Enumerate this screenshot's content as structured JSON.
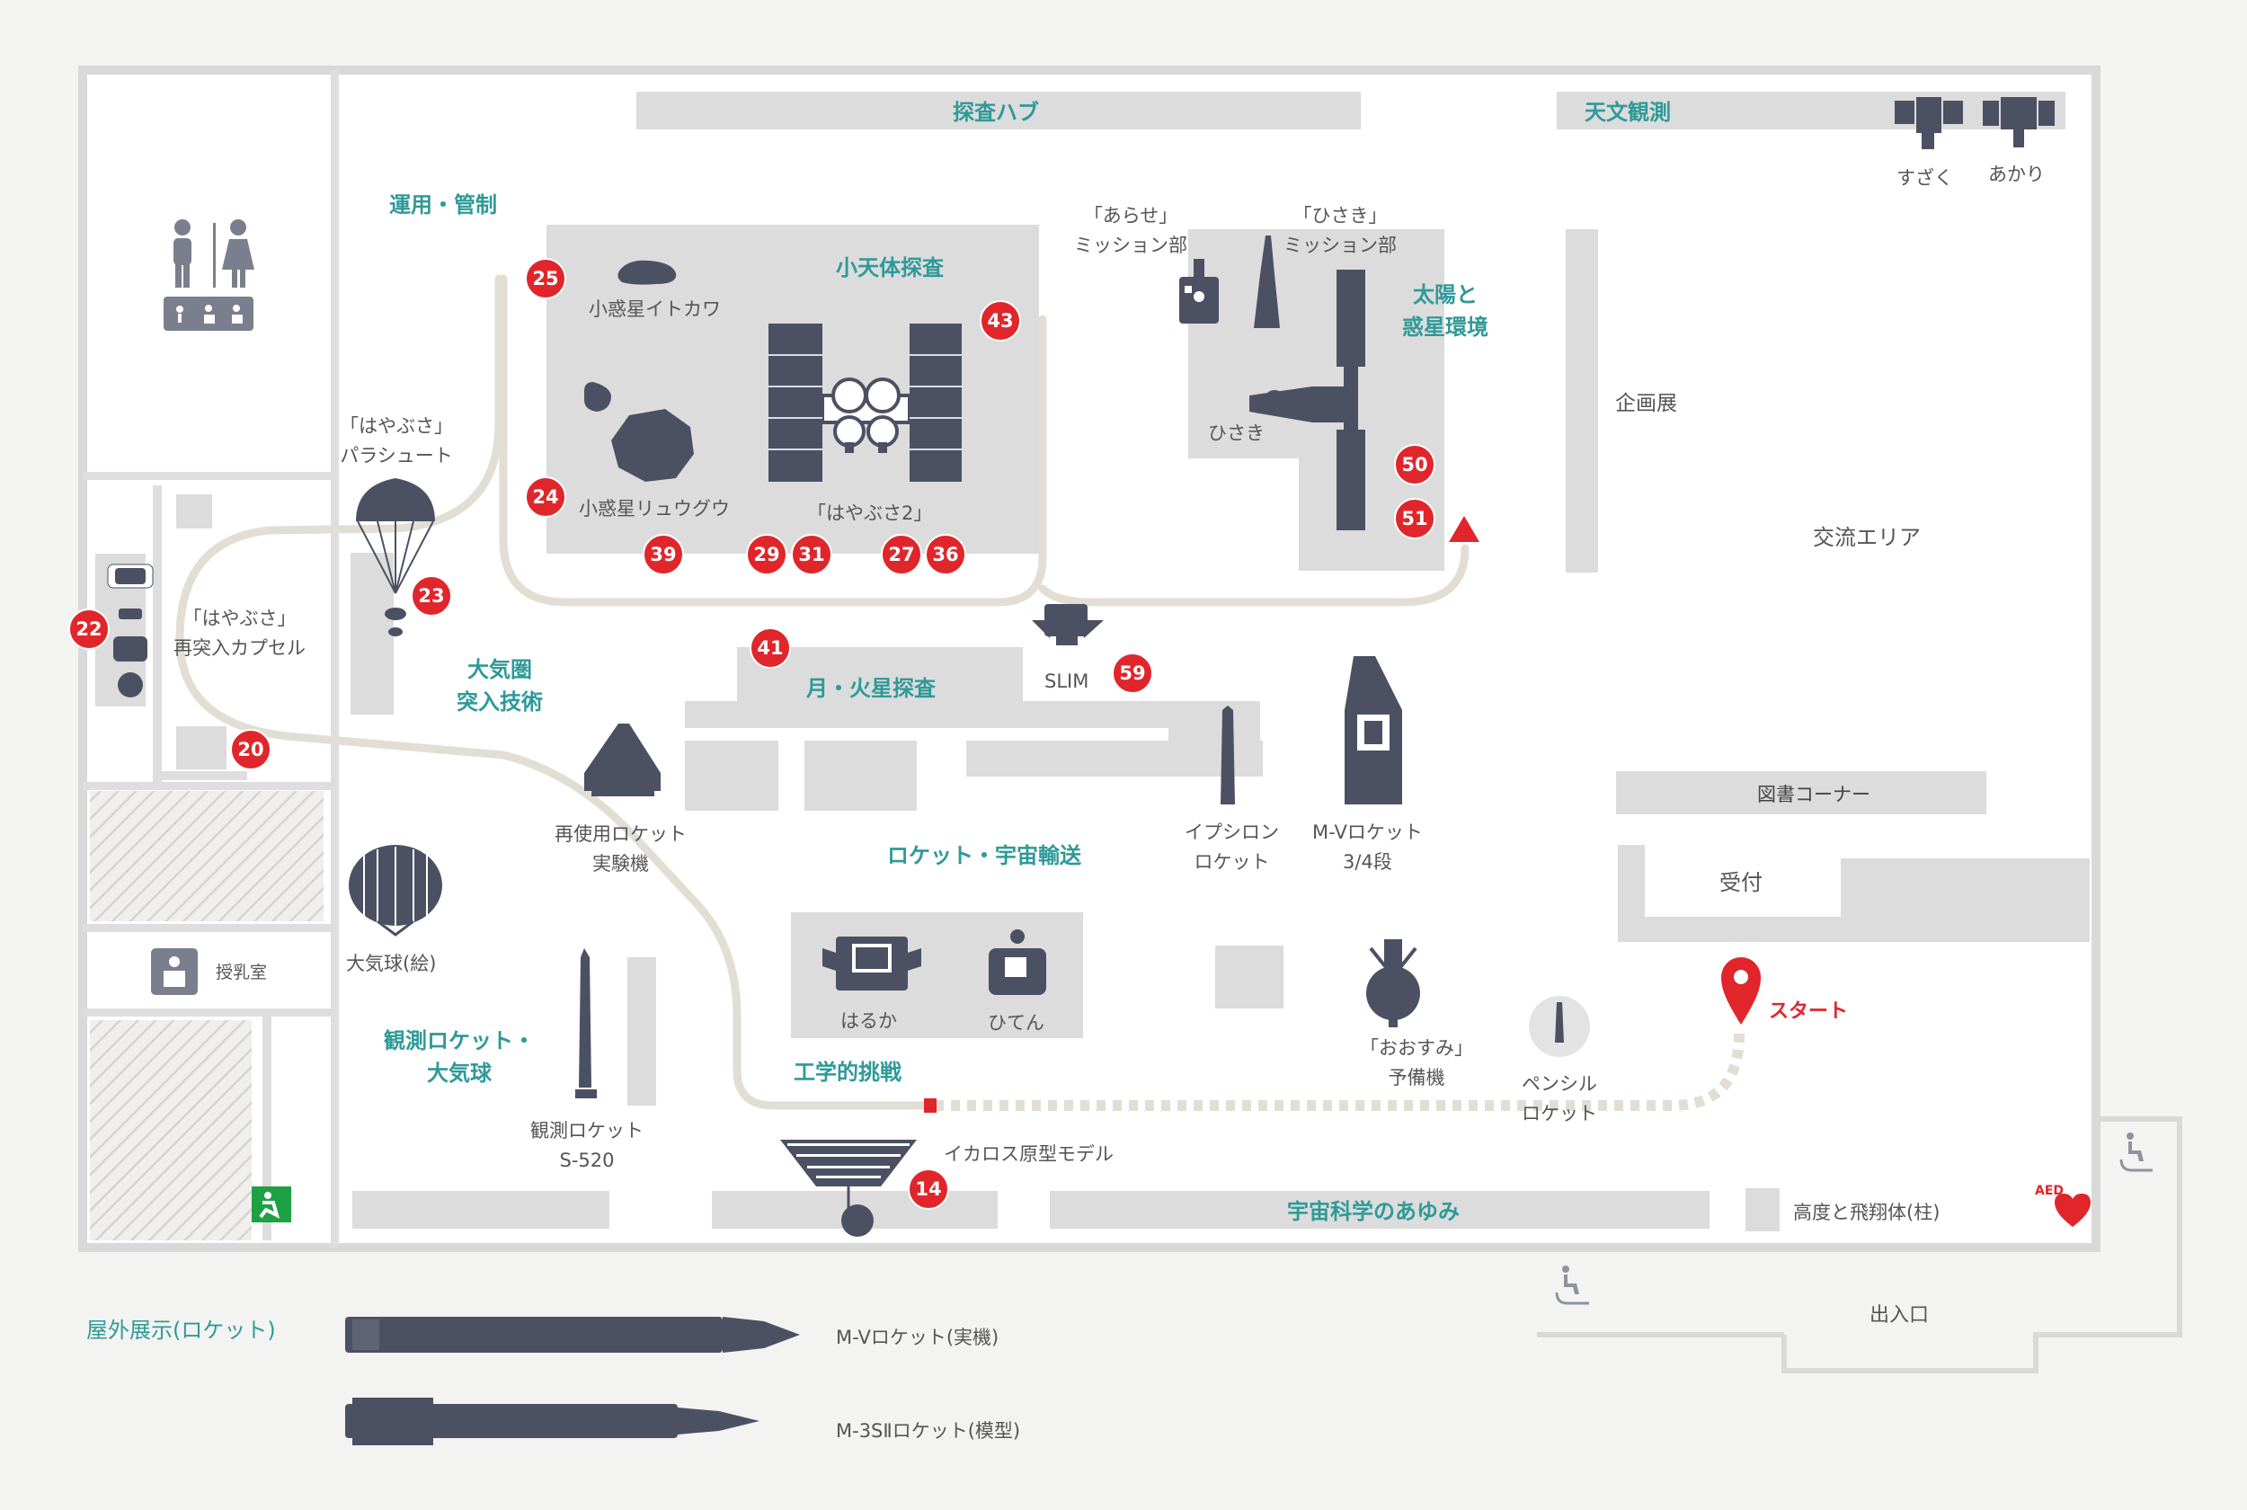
{
  "zones": {
    "hub": "探査ハブ",
    "astro": "天文観測",
    "ops": "運用・管制",
    "small_body": "小天体探査",
    "sun": "太陽と\n惑星環境",
    "atmo": "大気圏\n突入技術",
    "moon_mars": "月・火星探査",
    "rocket": "ロケット・宇宙輸送",
    "eng": "工学的挑戦",
    "obs": "観測ロケット・\n大気球",
    "history": "宇宙科学のあゆみ",
    "outdoor": "屋外展示(ロケット)"
  },
  "items": {
    "suzaku": "すざく",
    "akari": "あかり",
    "arase": "「あらせ」\nミッション部",
    "hisaki_mission": "「ひさき」\nミッション部",
    "hisaki": "ひさき",
    "itokawa": "小惑星イトカワ",
    "ryugu": "小惑星リュウグウ",
    "hayabusa2": "「はやぶさ2」",
    "parachute": "「はやぶさ」\nパラシュート",
    "capsule": "「はやぶさ」\n再突入カプセル",
    "slim": "SLIM",
    "planning": "企画展",
    "exchange": "交流エリア",
    "library": "図書コーナー",
    "reception": "受付",
    "reusable": "再使用ロケット\n実験機",
    "epsilon": "イプシロン\nロケット",
    "mv34": "M-Vロケット\n3/4段",
    "balloon": "大気球(絵)",
    "nursing": "授乳室",
    "haruka": "はるか",
    "hiten": "ひてん",
    "ohsumi": "「おおすみ」\n予備機",
    "pencil": "ペンシル\nロケット",
    "start": "スタート",
    "s520": "観測ロケット\nS-520",
    "ikaros": "イカロス原型モデル",
    "altitude": "高度と飛翔体(柱)",
    "entrance": "出入口",
    "aed": "AED",
    "mv_real": "M-Vロケット(実機)",
    "m3s2": "M-3SⅡロケット(模型)"
  },
  "markers": [
    "25",
    "43",
    "24",
    "23",
    "22",
    "20",
    "39",
    "29",
    "31",
    "27",
    "36",
    "41",
    "59",
    "50",
    "51",
    "14"
  ],
  "colors": {
    "accent": "#2e9a98",
    "marker": "#e0262b",
    "icon": "#4b5163",
    "floor": "#dcdcdc",
    "path": "#e3ded4"
  }
}
